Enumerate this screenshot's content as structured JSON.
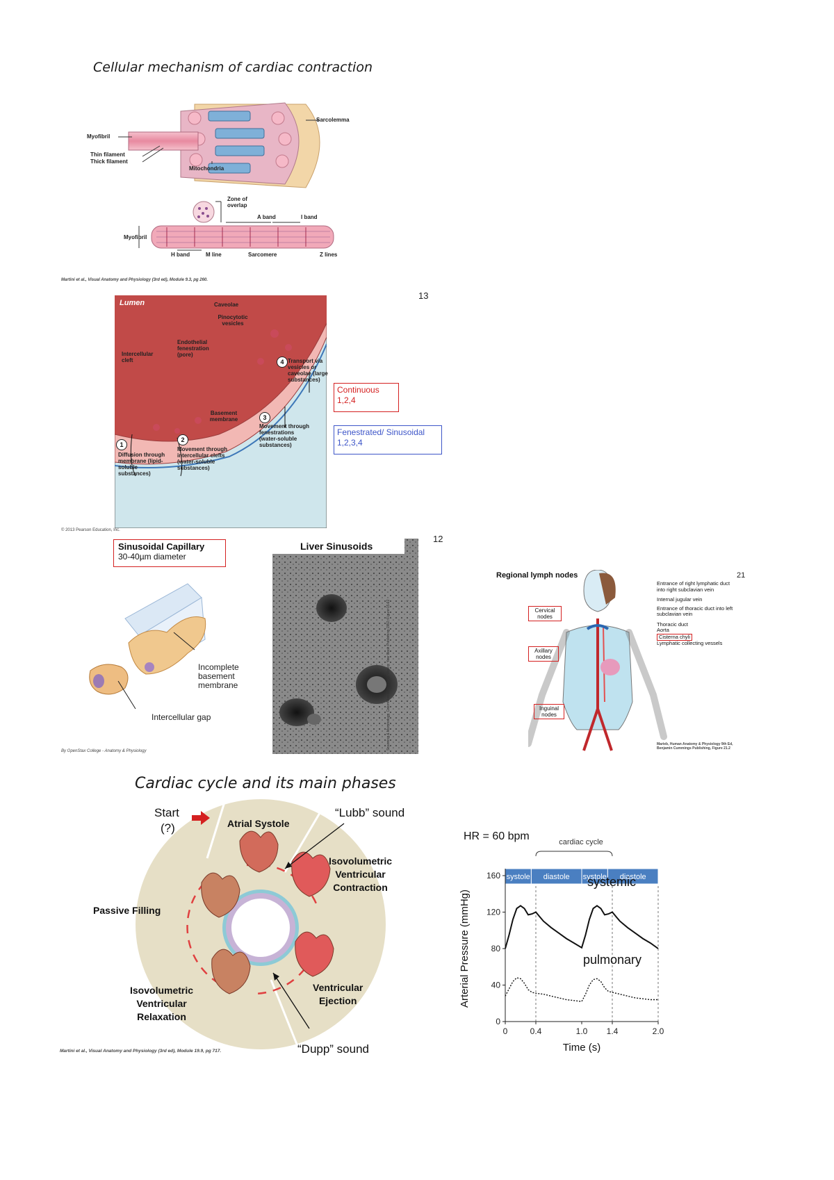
{
  "section1": {
    "title": "Cellular mechanism of cardiac contraction",
    "labels": {
      "sarcolemma": "Sarcolemma",
      "myofibril": "Myofibril",
      "thin_filament": "Thin filament",
      "thick_filament": "Thick filament",
      "mitochondria": "Mitochondria",
      "zone_of_overlap": "Zone of overlap",
      "a_band": "A band",
      "i_band": "I band",
      "myofibril2": "Myofibril",
      "h_band": "H band",
      "m_line": "M line",
      "sarcomere": "Sarcomere",
      "z_lines": "Z lines"
    },
    "citation": "Martini et al., Visual Anatomy and Physiology (3rd ed), Module 9.3, pg 260."
  },
  "capillary": {
    "page_number": "13",
    "labels": {
      "lumen": "Lumen",
      "caveolae": "Caveolae",
      "pinocytotic": "Pinocytotic vesicles",
      "endothelial": "Endothelial fenestration (pore)",
      "intercellular_cleft": "Intercellular cleft",
      "transport": "Transport via vesicles or caveolae (large substances)",
      "basement": "Basement membrane",
      "movement_fen": "Movement through fenestrations (water-soluble substances)",
      "diffusion": "Diffusion through membrane (lipid-soluble substances)",
      "movement_clefts": "Movement through intercellular clefts (water-soluble substances)"
    },
    "num1": "1",
    "num2": "2",
    "num3": "3",
    "num4": "4",
    "continuous": "Continuous",
    "continuous_nums": "1,2,4",
    "fenestrated": "Fenestrated/ Sinusoidal",
    "fenestrated_nums": "1,2,3,4",
    "citation": "© 2013 Pearson Education, Inc."
  },
  "sinusoid": {
    "page_number": "12",
    "title": "Sinusoidal Capillary",
    "diameter": "30-40µm diameter",
    "incomplete": "Incomplete basement membrane",
    "gap": "Intercellular gap",
    "citation": "By OpenStax College - Anatomy & Physiology",
    "liver_title": "Liver Sinusoids",
    "liver_credit": "Scanning & Morphology, Color Atlas of Histology. Mosby, Year Book Publishing 1992, Figure 15.22"
  },
  "lymph": {
    "page_number": "21",
    "title": "Regional lymph nodes",
    "cervical": "Cervical nodes",
    "axillary": "Axillary nodes",
    "inguinal": "Inguinal nodes",
    "right_labels": [
      "Entrance of right lymphatic duct into right subclavian vein",
      "Internal jugular vein",
      "Entrance of thoracic duct into left subclavian vein",
      "Thoracic duct",
      "Aorta",
      "Cisterna chyli",
      "Lymphatic collecting vessels"
    ],
    "citation": "Marieb, Human Anatomy & Physiology 9th Ed, Benjamin Cummings Publishing, Figure 21.2"
  },
  "cycle": {
    "title": "Cardiac cycle and its main phases",
    "start": "Start",
    "start_q": "(?)",
    "lubb": "“Lubb” sound",
    "dupp": "“Dupp” sound",
    "atrial_systole": "Atrial Systole",
    "isovol_contraction": [
      "Isovolumetric",
      "Ventricular",
      "Contraction"
    ],
    "passive_filling": "Passive Filling",
    "ventricular_ejection": [
      "Ventricular",
      "Ejection"
    ],
    "isovol_relaxation": [
      "Isovolumetric",
      "Ventricular",
      "Relaxation"
    ],
    "citation": "Martini et al., Visual Anatomy and Physiology (3rd ed), Module 19.9, pg 717."
  },
  "chart_data": {
    "type": "line",
    "title": "HR = 60 bpm",
    "annotation": "cardiac cycle",
    "xlabel": "Time (s)",
    "ylabel": "Arterial Pressure (mmHg)",
    "xlim": [
      0,
      2.0
    ],
    "ylim": [
      0,
      160
    ],
    "xticks": [
      0,
      0.4,
      1.0,
      1.4,
      2.0
    ],
    "xtick_labels": [
      "0",
      "0.4",
      "1.0",
      "1.4",
      "2.0"
    ],
    "yticks": [
      0,
      40,
      80,
      120,
      160
    ],
    "ytick_labels": [
      "0",
      "40",
      "80",
      "120",
      "160"
    ],
    "phases": [
      {
        "label": "systole",
        "from": 0,
        "to": 0.34
      },
      {
        "label": "diastole",
        "from": 0.34,
        "to": 1.0
      },
      {
        "label": "systole",
        "from": 1.0,
        "to": 1.34
      },
      {
        "label": "diastole",
        "from": 1.34,
        "to": 2.0
      }
    ],
    "series": [
      {
        "name": "systemic",
        "style": "solid",
        "x": [
          0,
          0.05,
          0.1,
          0.15,
          0.2,
          0.25,
          0.3,
          0.35,
          0.4,
          0.45,
          0.5,
          0.6,
          0.7,
          0.8,
          0.9,
          1.0,
          1.05,
          1.1,
          1.15,
          1.2,
          1.25,
          1.3,
          1.35,
          1.4,
          1.45,
          1.5,
          1.6,
          1.7,
          1.8,
          1.9,
          2.0
        ],
        "y": [
          80,
          95,
          112,
          124,
          127,
          124,
          117,
          118,
          120,
          115,
          110,
          103,
          97,
          91,
          86,
          81,
          95,
          112,
          124,
          127,
          124,
          117,
          118,
          120,
          115,
          110,
          103,
          97,
          91,
          86,
          80
        ]
      },
      {
        "name": "pulmonary",
        "style": "dotted",
        "x": [
          0,
          0.05,
          0.1,
          0.15,
          0.2,
          0.25,
          0.3,
          0.35,
          0.4,
          0.5,
          0.6,
          0.7,
          0.8,
          0.9,
          1.0,
          1.05,
          1.1,
          1.15,
          1.2,
          1.25,
          1.3,
          1.35,
          1.4,
          1.5,
          1.6,
          1.7,
          1.8,
          1.9,
          2.0
        ],
        "y": [
          28,
          36,
          44,
          48,
          47,
          42,
          35,
          32,
          31,
          30,
          28,
          26,
          24,
          23,
          22,
          30,
          40,
          46,
          47,
          44,
          37,
          33,
          32,
          30,
          28,
          26,
          25,
          24,
          24
        ]
      }
    ],
    "colors": {
      "phase_bar": "#4a7fc1",
      "line": "#111111"
    }
  },
  "colors": {
    "red": "#d42020",
    "blue": "#3d55c8",
    "cycle_bg": "#e6dfc6"
  }
}
